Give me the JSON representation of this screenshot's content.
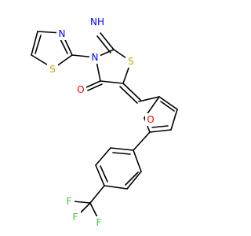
{
  "molecule": {
    "atom_labels": {
      "imine_nh": "NH",
      "thiazolidine_s": "S",
      "thiazolidine_n": "N",
      "thiazole_n": "N",
      "thiazole_s": "S",
      "carbonyl_o": "O",
      "furan_o": "O",
      "fluorine_1": "F",
      "fluorine_2": "F",
      "fluorine_3": "F"
    },
    "colors": {
      "bond": "#000000",
      "nitrogen": "#0000ff",
      "sulfur": "#c8a100",
      "oxygen": "#ff0000",
      "fluorine": "#33cc33"
    }
  }
}
